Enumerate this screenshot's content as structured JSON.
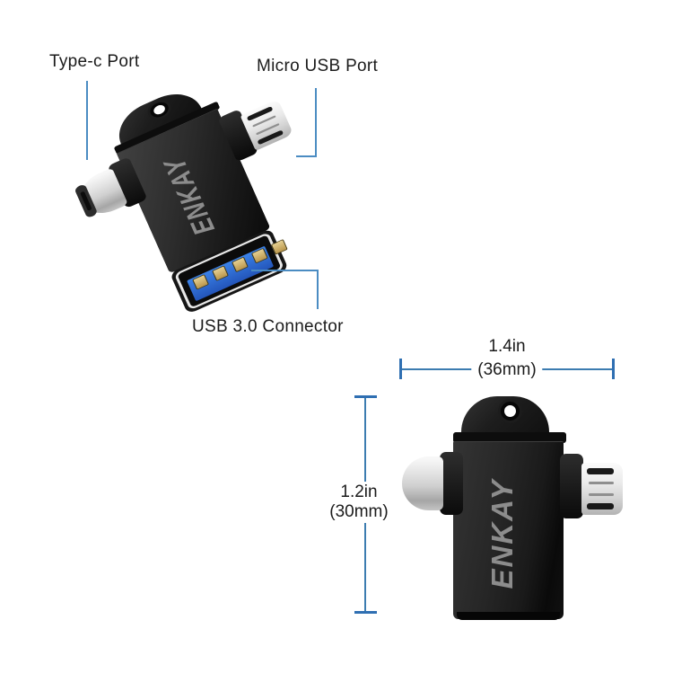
{
  "brand": "ENKAY",
  "annotations": {
    "type_c_port": "Type-c Port",
    "micro_usb_port": "Micro USB Port",
    "usb3_connector": "USB 3.0 Connector"
  },
  "dimensions": {
    "width": {
      "inches": "1.4in",
      "mm": "(36mm)"
    },
    "height": {
      "inches": "1.2in",
      "mm": "(30mm)"
    }
  },
  "colors": {
    "background": "#ffffff",
    "callout_line": "#4b8cc2",
    "dimension_line": "#3c7cb0",
    "dimension_tick": "#2f6fb2",
    "body_black": "#1b1b1b",
    "logo_gray": "#8c8c8c",
    "usb_blue": "#2f6fd2",
    "pin_gold": "#c9a858",
    "plug_silver": "#d9d9d9"
  }
}
